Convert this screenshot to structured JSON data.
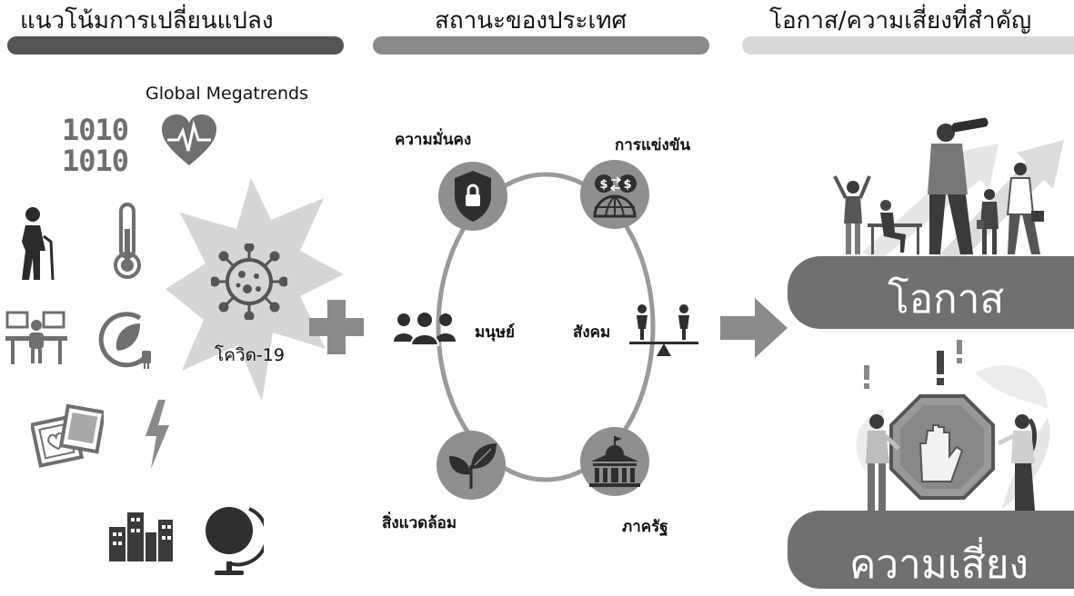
{
  "headers": {
    "trends": "แนวโน้มการเปลี่ยนแปลง",
    "country_status": "สถานะของประเทศ",
    "opportunity_risk": "โอกาส/ความเสี่ยงที่สำคัญ"
  },
  "trends": {
    "megatrends_label": "Global Megatrends",
    "binary_top": "1010",
    "binary_bottom": "1010",
    "covid_label": "โควิด-19"
  },
  "status_cycle": {
    "security": "ความมั่นคง",
    "competition": "การแข่งขัน",
    "people": "มนุษย์",
    "society": "สังคม",
    "environment": "สิ่งแวดล้อม",
    "government": "ภาครัฐ"
  },
  "outcomes": {
    "opportunity": "โอกาส",
    "risk": "ความเสี่ยง"
  },
  "colors": {
    "bar_left": "#555555",
    "bar_mid": "#8a8a8a",
    "bar_right": "#d9d9d9",
    "icon_gray": "#6f6f6f",
    "node_gray": "#8f8f8f",
    "pill_gray": "#707070"
  }
}
